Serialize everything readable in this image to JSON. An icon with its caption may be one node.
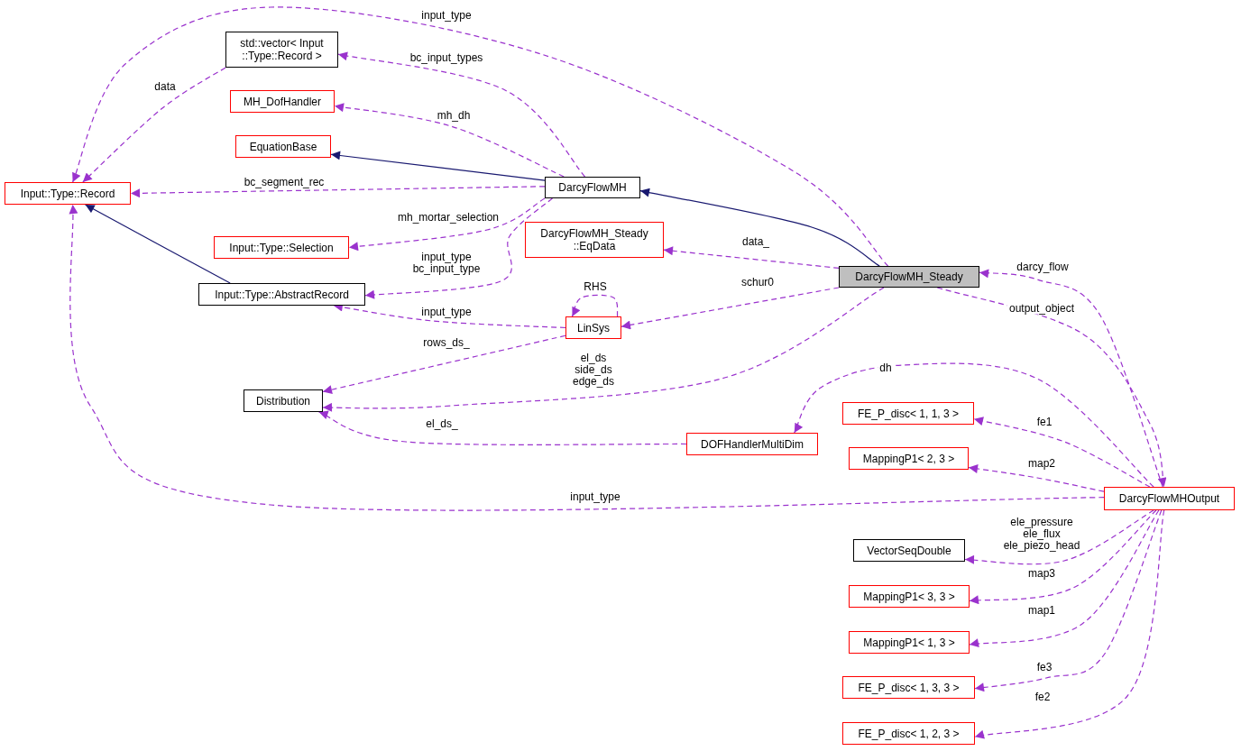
{
  "diagram": {
    "nodes": [
      {
        "text": [
          "Input::Type::Record"
        ]
      },
      {
        "text": [
          "std::vector< Input ::Type::Record >"
        ]
      },
      {
        "text": [
          "MH_DofHandler"
        ]
      },
      {
        "text": [
          "EquationBase"
        ]
      },
      {
        "text": [
          "DarcyFlowMH"
        ]
      },
      {
        "text": [
          "Input::Type::Selection"
        ]
      },
      {
        "text": [
          "Input::Type::AbstractRecord"
        ]
      },
      {
        "text": [
          "DarcyFlowMH_Steady ::EqData"
        ]
      },
      {
        "text": [
          "DarcyFlowMH_Steady"
        ]
      },
      {
        "text": [
          "LinSys"
        ]
      },
      {
        "text": [
          "Distribution"
        ]
      },
      {
        "text": [
          "DOFHandlerMultiDim"
        ]
      },
      {
        "text": [
          "FE_P_disc< 1, 1, 3 >"
        ]
      },
      {
        "text": [
          "MappingP1< 2, 3 >"
        ]
      },
      {
        "text": [
          "DarcyFlowMHOutput"
        ]
      },
      {
        "text": [
          "VectorSeqDouble"
        ]
      },
      {
        "text": [
          "MappingP1< 3, 3 >"
        ]
      },
      {
        "text": [
          "MappingP1< 1, 3 >"
        ]
      },
      {
        "text": [
          "FE_P_disc< 1, 3, 3 >"
        ]
      },
      {
        "text": [
          "FE_P_disc< 1, 2, 3 >"
        ]
      }
    ],
    "edges": [
      {
        "from": 8,
        "to": 0,
        "arrow": "to",
        "label": "input_type",
        "style": "dashed"
      },
      {
        "from": 1,
        "to": 0,
        "arrow": "to",
        "label": "data",
        "style": "dashed"
      },
      {
        "from": 4,
        "to": 1,
        "arrow": "to",
        "label": "bc_input_types",
        "style": "dashed"
      },
      {
        "from": 4,
        "to": 2,
        "arrow": "to",
        "label": "mh_dh",
        "style": "dashed"
      },
      {
        "from": 4,
        "to": 3,
        "arrow": "to",
        "color": "#191970"
      },
      {
        "from": 4,
        "to": 0,
        "arrow": "to",
        "label": "bc_segment_rec",
        "style": "dashed"
      },
      {
        "from": 6,
        "to": 0,
        "arrow": "to",
        "color": "#191970"
      },
      {
        "from": 4,
        "to": 5,
        "arrow": "to",
        "label": "mh_mortar_selection",
        "style": "dashed"
      },
      {
        "from": 4,
        "to": 6,
        "arrow": "to",
        "label": "input_type bc_input_type",
        "style": "dashed"
      },
      {
        "from": 8,
        "to": 4,
        "arrow": "to",
        "color": "#191970"
      },
      {
        "from": 8,
        "to": 7,
        "arrow": "to",
        "label": "data_",
        "style": "dashed"
      },
      {
        "from": 8,
        "to": 9,
        "arrow": "to",
        "label": "schur0",
        "style": "dashed"
      },
      {
        "from": 9,
        "to": 9,
        "arrow": "to",
        "label": "RHS",
        "style": "dashed"
      },
      {
        "from": 9,
        "to": 6,
        "arrow": "to",
        "label": "input_type",
        "style": "dashed"
      },
      {
        "from": 9,
        "to": 10,
        "arrow": "to",
        "label": "rows_ds_",
        "style": "dashed"
      },
      {
        "from": 8,
        "to": 10,
        "arrow": "to",
        "label": "el_ds side_ds edge_ds",
        "style": "dashed"
      },
      {
        "from": 11,
        "to": 10,
        "arrow": "to",
        "label": "el_ds_",
        "style": "dashed"
      },
      {
        "from": 14,
        "to": 8,
        "arrow": "to",
        "label": "darcy_flow",
        "style": "dashed"
      },
      {
        "from": 8,
        "to": 14,
        "arrow": "to",
        "label": "output_object",
        "style": "dashed"
      },
      {
        "from": 14,
        "to": 11,
        "arrow": "to",
        "label": "dh",
        "style": "dashed"
      },
      {
        "from": 14,
        "to": 12,
        "arrow": "to",
        "label": "fe1",
        "style": "dashed"
      },
      {
        "from": 14,
        "to": 13,
        "arrow": "to",
        "label": "map2",
        "style": "dashed"
      },
      {
        "from": 14,
        "to": 0,
        "arrow": "to",
        "label": "input_type",
        "style": "dashed"
      },
      {
        "from": 14,
        "to": 15,
        "arrow": "to",
        "label": "ele_pressure ele_flux ele_piezo_head",
        "style": "dashed"
      },
      {
        "from": 14,
        "to": 16,
        "arrow": "to",
        "label": "map3",
        "style": "dashed"
      },
      {
        "from": 14,
        "to": 17,
        "arrow": "to",
        "label": "map1",
        "style": "dashed"
      },
      {
        "from": 14,
        "to": 18,
        "arrow": "to",
        "label": "fe3",
        "style": "dashed"
      },
      {
        "from": 14,
        "to": 19,
        "arrow": "to",
        "label": "fe2",
        "style": "dashed"
      }
    ]
  }
}
